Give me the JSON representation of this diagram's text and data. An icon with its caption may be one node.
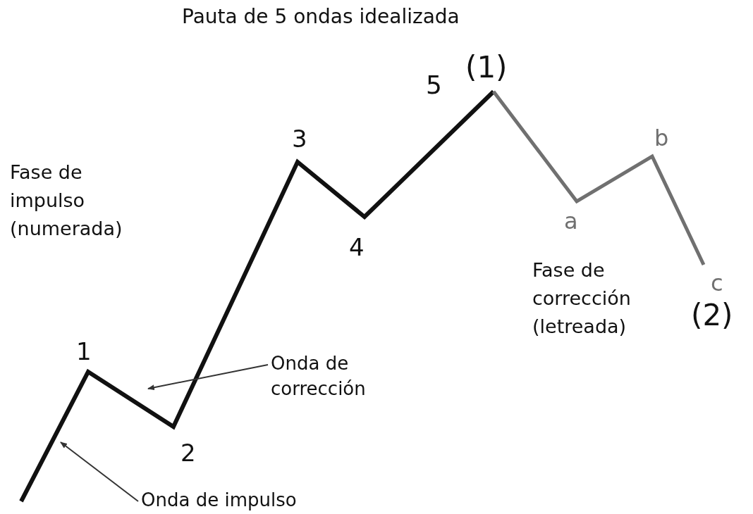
{
  "diagram": {
    "title": "Pauta de 5 ondas idealizada",
    "nodes": [
      {
        "text": [
          "Onda de corrección"
        ]
      },
      {
        "text": [
          "Onda de impulso"
        ]
      }
    ],
    "edges": [
      {
        "from": 0,
        "to": null,
        "arrow": "to"
      },
      {
        "from": 1,
        "to": null,
        "arrow": "to"
      }
    ],
    "labels": [
      "(1)",
      "5",
      "3",
      "b",
      "Fase de impulso (numerada)",
      "a",
      "4",
      "Fase de corrección (letreada)",
      "c",
      "(2)",
      "1",
      "2"
    ]
  }
}
